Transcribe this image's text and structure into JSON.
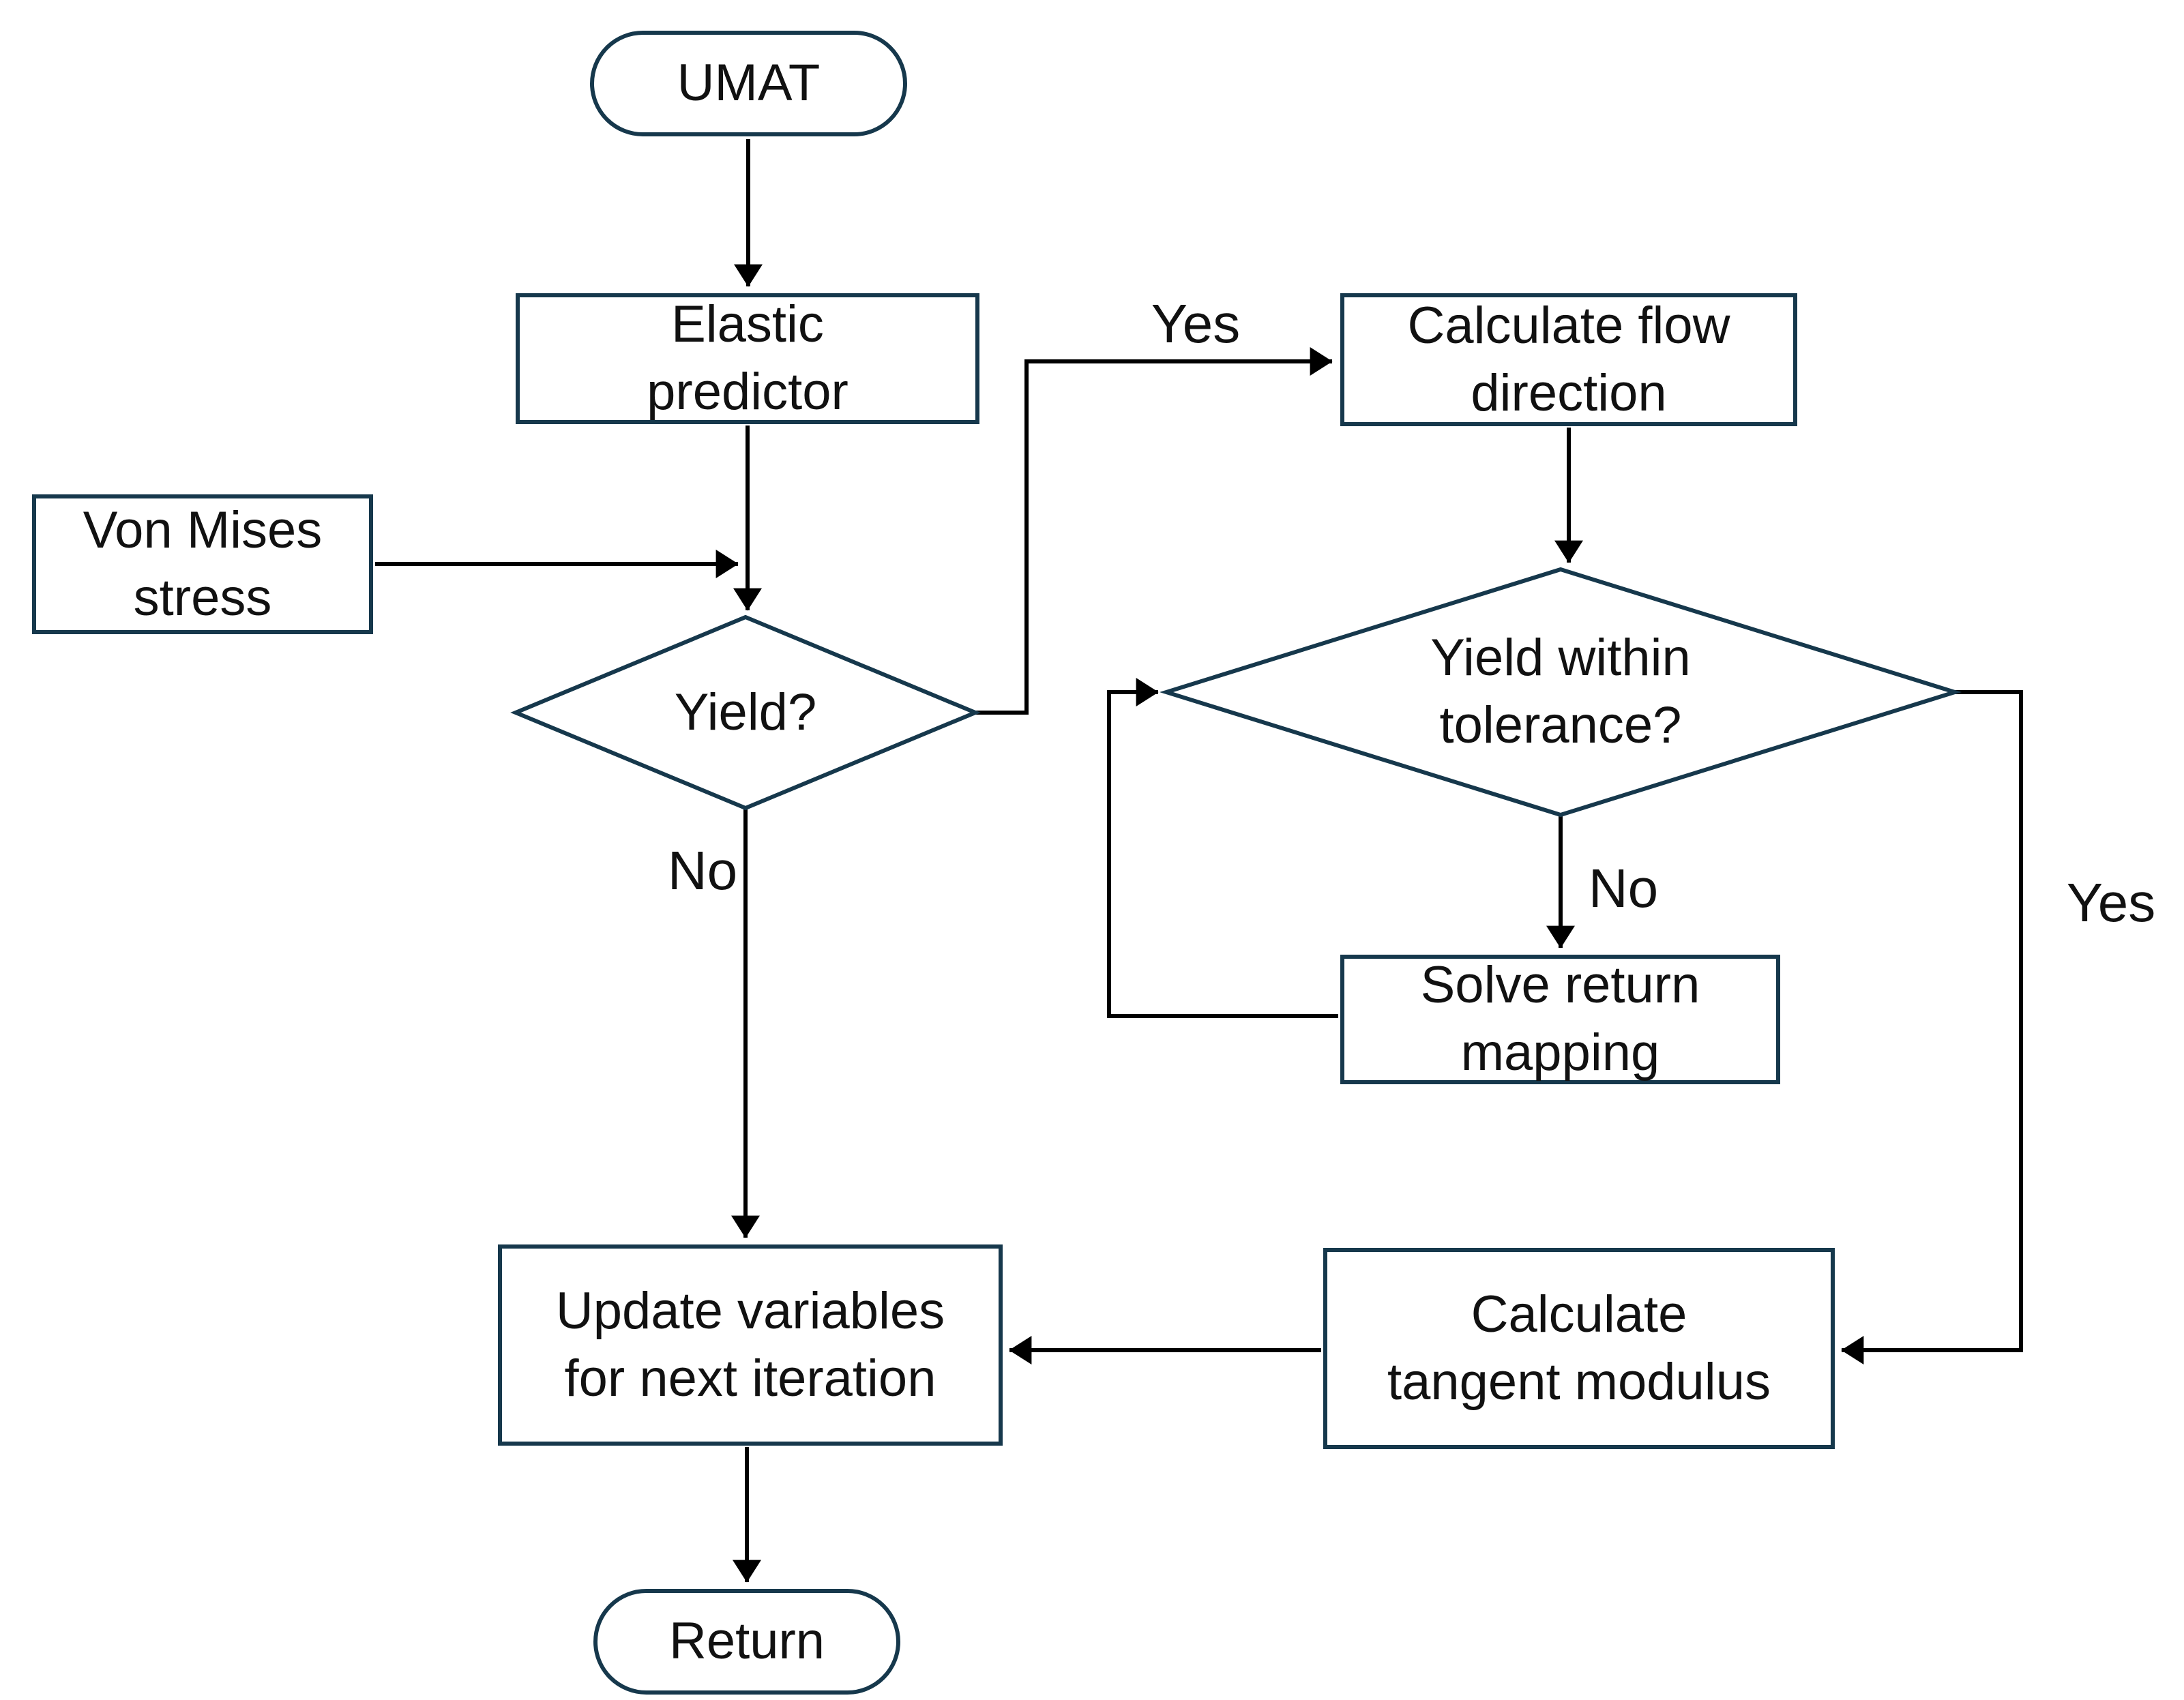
{
  "colors": {
    "background": "#ffffff",
    "shape_border": "#16384c",
    "connector": "#000000",
    "text": "#111111"
  },
  "flowchart": {
    "title": "UMAT return-mapping flowchart",
    "nodes": {
      "umat": {
        "label": "UMAT",
        "shape": "terminator"
      },
      "elastic_predictor": {
        "label": "Elastic\npredictor",
        "shape": "process"
      },
      "von_mises_stress": {
        "label": "Von Mises\nstress",
        "shape": "process"
      },
      "yield_decision": {
        "label": "Yield?",
        "shape": "decision"
      },
      "calculate_flow_direction": {
        "label": "Calculate flow\ndirection",
        "shape": "process"
      },
      "tolerance_decision": {
        "label": "Yield within\ntolerance?",
        "shape": "decision"
      },
      "solve_return_mapping": {
        "label": "Solve return\nmapping",
        "shape": "process"
      },
      "calculate_tangent_modulus": {
        "label": "Calculate\ntangent modulus",
        "shape": "process"
      },
      "update_variables": {
        "label": "Update variables\nfor next iteration",
        "shape": "process"
      },
      "return": {
        "label": "Return",
        "shape": "terminator"
      }
    },
    "edge_labels": {
      "yield_yes": "Yes",
      "yield_no": "No",
      "tolerance_no": "No",
      "tolerance_yes": "Yes"
    },
    "edges": [
      {
        "from": "umat",
        "to": "elastic_predictor",
        "label": ""
      },
      {
        "from": "elastic_predictor",
        "to": "yield_decision",
        "label": ""
      },
      {
        "from": "von_mises_stress",
        "to": "yield_decision",
        "label": ""
      },
      {
        "from": "yield_decision",
        "to": "calculate_flow_direction",
        "label": "Yes"
      },
      {
        "from": "yield_decision",
        "to": "update_variables",
        "label": "No"
      },
      {
        "from": "calculate_flow_direction",
        "to": "tolerance_decision",
        "label": ""
      },
      {
        "from": "tolerance_decision",
        "to": "solve_return_mapping",
        "label": "No"
      },
      {
        "from": "solve_return_mapping",
        "to": "tolerance_decision",
        "label": ""
      },
      {
        "from": "tolerance_decision",
        "to": "calculate_tangent_modulus",
        "label": "Yes"
      },
      {
        "from": "calculate_tangent_modulus",
        "to": "update_variables",
        "label": ""
      },
      {
        "from": "update_variables",
        "to": "return",
        "label": ""
      }
    ]
  }
}
